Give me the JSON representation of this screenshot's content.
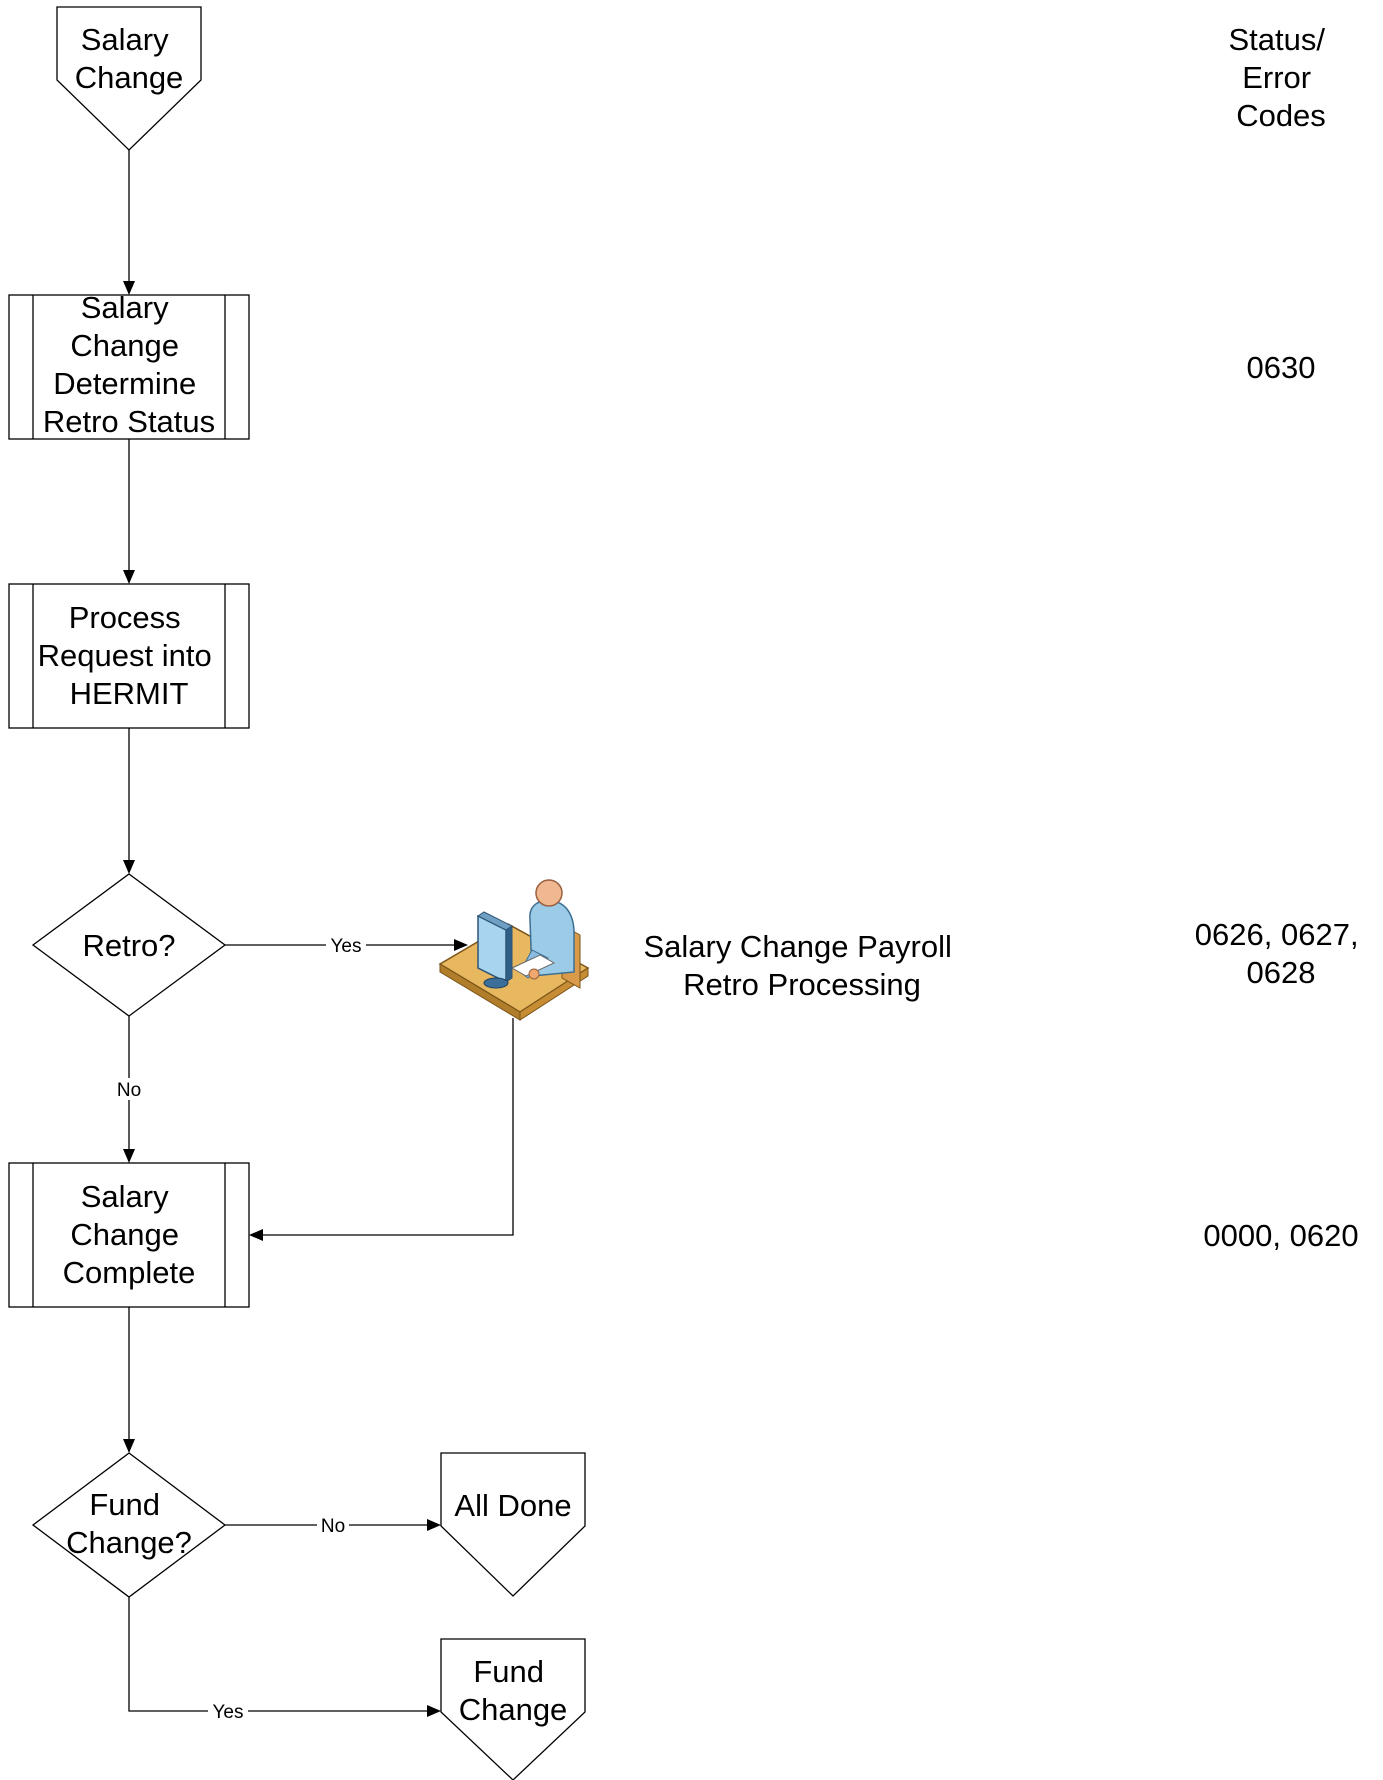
{
  "nodes": {
    "salary_change_start": [
      "Salary",
      "Change"
    ],
    "determine_retro": [
      "Salary",
      "Change",
      "Determine",
      "Retro Status"
    ],
    "process_request": [
      "Process",
      "Request into",
      "HERMIT"
    ],
    "retro_decision": [
      "Retro?"
    ],
    "payroll_retro": [
      "Salary Change Payroll",
      "Retro Processing"
    ],
    "salary_change_complete": [
      "Salary",
      "Change",
      "Complete"
    ],
    "fund_change_decision": [
      "Fund",
      "Change?"
    ],
    "all_done": [
      "All Done"
    ],
    "fund_change_end": [
      "Fund",
      "Change"
    ]
  },
  "edges": {
    "retro_yes": "Yes",
    "retro_no": "No",
    "fund_no": "No",
    "fund_yes": "Yes"
  },
  "codes": {
    "header": [
      "Status/",
      "Error",
      "Codes"
    ],
    "determine_retro": [
      "0630"
    ],
    "payroll_retro": [
      "0626, 0627,",
      "0628"
    ],
    "salary_change_complete": [
      "0000, 0620"
    ]
  },
  "icons": {
    "payroll_retro": "person-at-computer-icon"
  }
}
